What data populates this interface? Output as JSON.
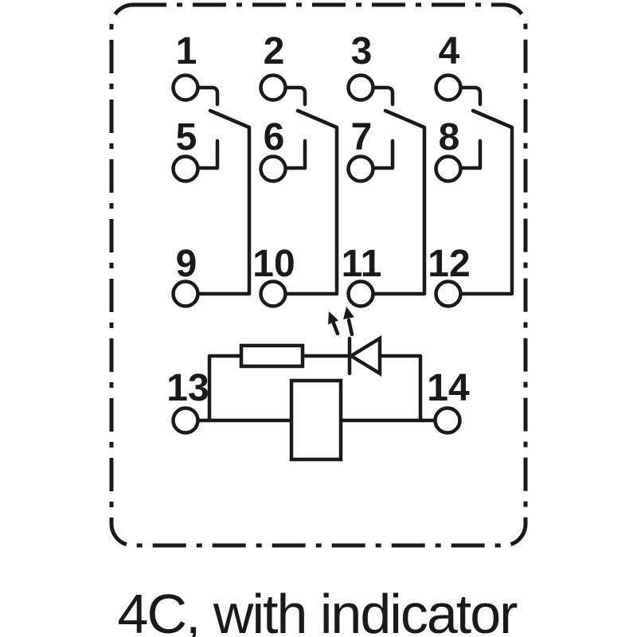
{
  "diagram": {
    "caption": "4C, with indicator",
    "colors": {
      "ink": "#1a1a1a",
      "background": "#ffffff"
    },
    "outline_style": "dash-dot rounded rectangle",
    "poles": [
      {
        "nc": "1",
        "no": "5",
        "com": "9"
      },
      {
        "nc": "2",
        "no": "6",
        "com": "10"
      },
      {
        "nc": "3",
        "no": "7",
        "com": "11"
      },
      {
        "nc": "4",
        "no": "8",
        "com": "12"
      }
    ],
    "coil_circuit": {
      "terminal_left": "13",
      "terminal_right": "14",
      "components": [
        "resistor-symbol",
        "led-indicator-symbol",
        "relay-coil-symbol"
      ]
    }
  }
}
